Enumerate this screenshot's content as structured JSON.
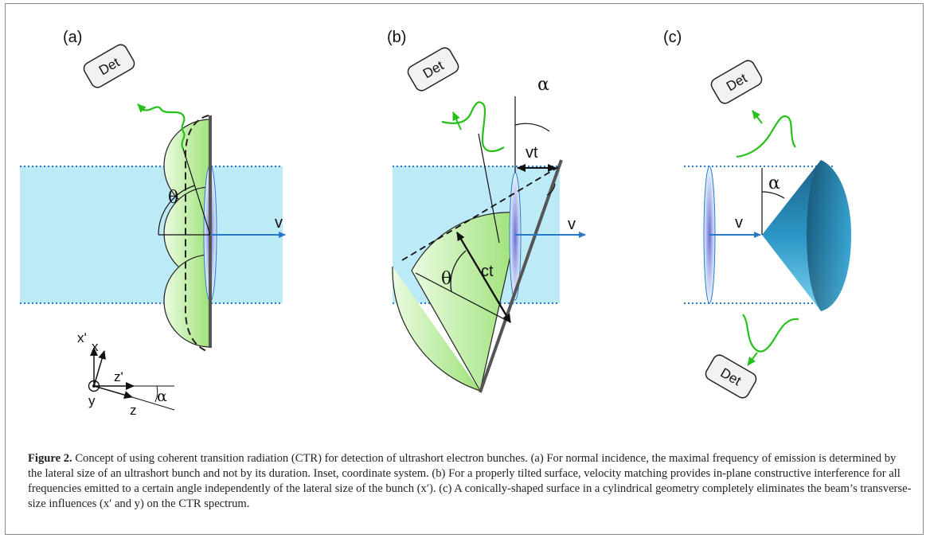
{
  "figure": {
    "panels": [
      {
        "label": "(a)",
        "detector": "Det",
        "angle_label": "θ",
        "velocity_label": "v"
      },
      {
        "label": "(b)",
        "detector": "Det",
        "angle_labels": [
          "α",
          "θ"
        ],
        "distance_labels": [
          "vt",
          "ct"
        ],
        "velocity_label": "v"
      },
      {
        "label": "(c)",
        "detectors": [
          "Det",
          "Det"
        ],
        "angle_label": "α",
        "velocity_label": "v"
      }
    ],
    "inset": {
      "axes": [
        "x'",
        "x",
        "z'",
        "z",
        "y"
      ],
      "angle_label": "α"
    },
    "colors": {
      "beam": "#bdeaf7",
      "beam_edge": "#2a78c8",
      "radiation": "#27c01a",
      "hemisphere": "#c8f2ac",
      "cone": "#2a96c6",
      "surface": "#555555"
    }
  },
  "caption": {
    "label": "Figure 2.",
    "text": "Concept of using coherent transition radiation (CTR) for detection of ultrashort electron bunches. (a) For normal incidence, the maximal frequency of emission is determined by the lateral size of an ultrashort bunch and not by its duration. Inset, coordinate system. (b) For a properly tilted surface, velocity matching provides in-plane constructive interference for all frequencies emitted to a certain angle independently of the lateral size of the bunch (x′). (c) A conically-shaped surface in a cylindrical geometry completely eliminates the beam’s transverse-size influences (x′ and y) on the CTR spectrum."
  }
}
